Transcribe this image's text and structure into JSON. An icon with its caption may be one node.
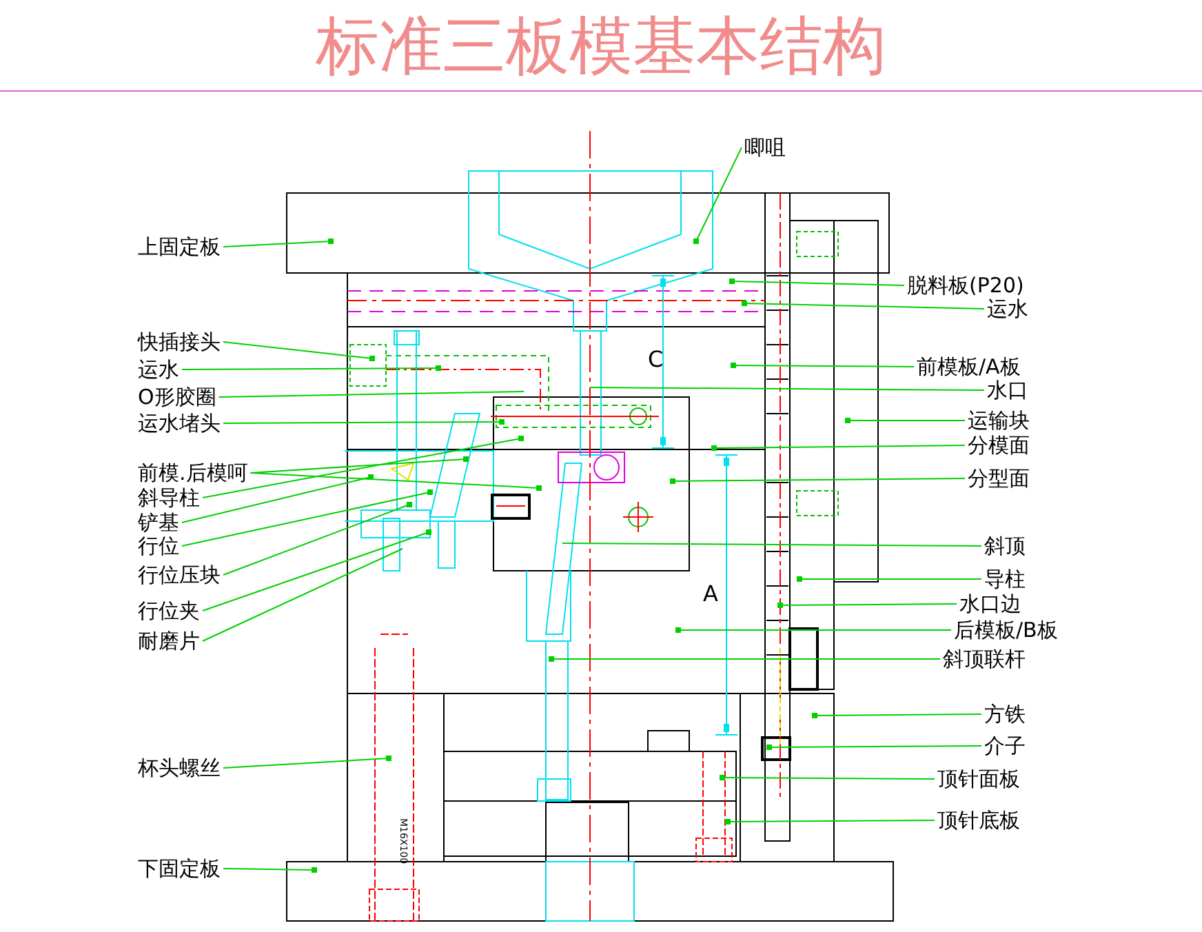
{
  "diagram": {
    "title": "标准三板模基本结构",
    "nodes": [
      {
        "text": [
          "上固定板"
        ]
      },
      {
        "text": [
          "快插接头"
        ]
      },
      {
        "text": [
          "运水"
        ]
      },
      {
        "text": [
          "O形胶圈"
        ]
      },
      {
        "text": [
          "运水堵头"
        ]
      },
      {
        "text": [
          "前模.后模呵"
        ]
      },
      {
        "text": [
          "斜导柱"
        ]
      },
      {
        "text": [
          "铲基"
        ]
      },
      {
        "text": [
          "行位"
        ]
      },
      {
        "text": [
          "行位压块"
        ]
      },
      {
        "text": [
          "行位夹"
        ]
      },
      {
        "text": [
          "耐磨片"
        ]
      },
      {
        "text": [
          "杯头螺丝"
        ]
      },
      {
        "text": [
          "下固定板"
        ]
      },
      {
        "text": [
          "唧咀"
        ]
      },
      {
        "text": [
          "脱料板(P20)"
        ]
      },
      {
        "text": [
          "运水"
        ]
      },
      {
        "text": [
          "前模板/A板"
        ]
      },
      {
        "text": [
          "水口"
        ]
      },
      {
        "text": [
          "运输块"
        ]
      },
      {
        "text": [
          "分模面"
        ]
      },
      {
        "text": [
          "分型面"
        ]
      },
      {
        "text": [
          "斜顶"
        ]
      },
      {
        "text": [
          "导柱"
        ]
      },
      {
        "text": [
          "水口边"
        ]
      },
      {
        "text": [
          "后模板/B板"
        ]
      },
      {
        "text": [
          "斜顶联杆"
        ]
      },
      {
        "text": [
          "方铁"
        ]
      },
      {
        "text": [
          "介子"
        ]
      },
      {
        "text": [
          "顶针面板"
        ]
      },
      {
        "text": [
          "顶针底板"
        ]
      }
    ],
    "edges": [
      {
        "from": 0,
        "to": null,
        "arrow": "other"
      },
      {
        "from": 1,
        "to": null,
        "arrow": "other"
      },
      {
        "from": 2,
        "to": null,
        "arrow": "other"
      },
      {
        "from": 3,
        "to": null,
        "arrow": "none"
      },
      {
        "from": 4,
        "to": null,
        "arrow": "other"
      },
      {
        "from": 5,
        "to": null,
        "arrow": "other"
      },
      {
        "from": 5,
        "to": null,
        "arrow": "other"
      },
      {
        "from": 6,
        "to": null,
        "arrow": "other"
      },
      {
        "from": 7,
        "to": null,
        "arrow": "other"
      },
      {
        "from": 8,
        "to": null,
        "arrow": "other"
      },
      {
        "from": 9,
        "to": null,
        "arrow": "other"
      },
      {
        "from": 10,
        "to": null,
        "arrow": "other"
      },
      {
        "from": 11,
        "to": null,
        "arrow": "none"
      },
      {
        "from": 12,
        "to": null,
        "arrow": "other"
      },
      {
        "from": 13,
        "to": null,
        "arrow": "other"
      },
      {
        "from": 14,
        "to": null,
        "arrow": "other"
      },
      {
        "from": 15,
        "to": null,
        "arrow": "other"
      },
      {
        "from": 16,
        "to": null,
        "arrow": "other"
      },
      {
        "from": 17,
        "to": null,
        "arrow": "other"
      },
      {
        "from": 18,
        "to": null,
        "arrow": "none"
      },
      {
        "from": 19,
        "to": null,
        "arrow": "other"
      },
      {
        "from": 20,
        "to": null,
        "arrow": "other"
      },
      {
        "from": 21,
        "to": null,
        "arrow": "other"
      },
      {
        "from": 22,
        "to": null,
        "arrow": "none"
      },
      {
        "from": 23,
        "to": null,
        "arrow": "other"
      },
      {
        "from": 24,
        "to": null,
        "arrow": "other"
      },
      {
        "from": 25,
        "to": null,
        "arrow": "other"
      },
      {
        "from": 26,
        "to": null,
        "arrow": "other"
      },
      {
        "from": 27,
        "to": null,
        "arrow": "other"
      },
      {
        "from": 28,
        "to": null,
        "arrow": "other"
      },
      {
        "from": 29,
        "to": null,
        "arrow": "other"
      },
      {
        "from": 30,
        "to": null,
        "arrow": "other"
      }
    ],
    "labels": [
      "C",
      "A",
      "M16X100"
    ]
  }
}
